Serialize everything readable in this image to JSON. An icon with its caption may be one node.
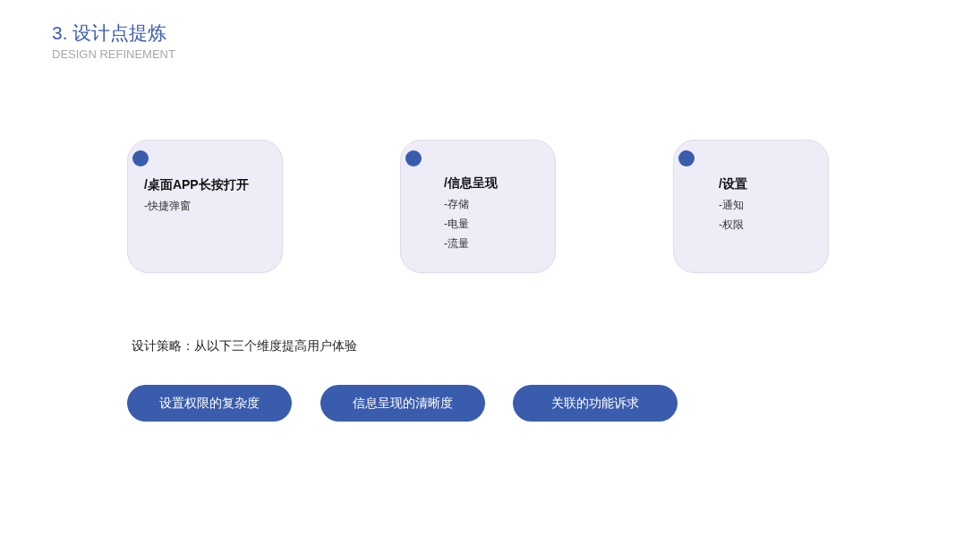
{
  "diagram": {
    "title": "3. 设计点提炼",
    "nodes": [
      {
        "text": [
          "/桌面APP长按打开",
          "-快捷弹窗"
        ]
      },
      {
        "text": [
          "/信息呈现",
          "-存储",
          "-电量",
          "-流量"
        ]
      },
      {
        "text": [
          "/设置",
          "-通知",
          "-权限"
        ]
      },
      {
        "text": [
          "设置权限的复杂度"
        ]
      },
      {
        "text": [
          "信息呈现的清晰度"
        ]
      },
      {
        "text": [
          "关联的功能诉求"
        ]
      }
    ],
    "labels": [
      "DESIGN REFINEMENT",
      "设计策略：从以下三个维度提高用户体验"
    ]
  }
}
